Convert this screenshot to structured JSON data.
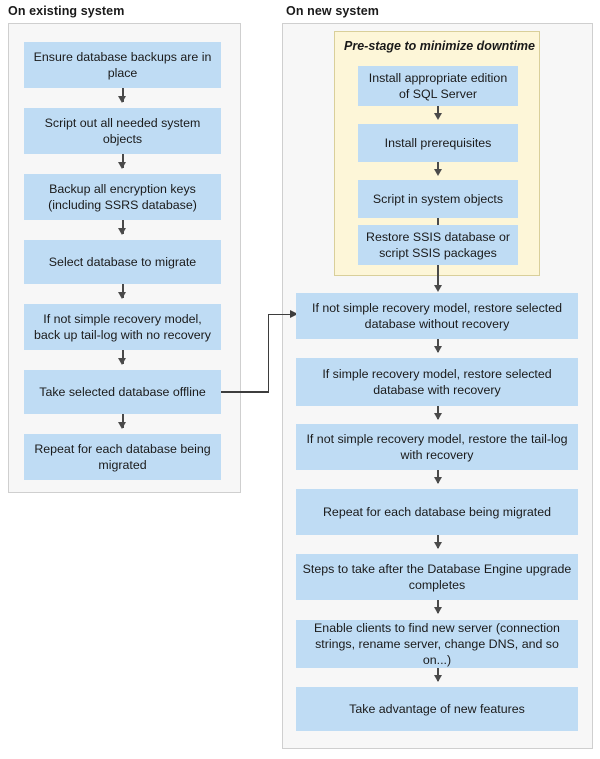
{
  "diagram": {
    "title_left": "On existing system",
    "title_right": "On new system",
    "colors": {
      "node_fill": "#bfdcf4",
      "panel_fill": "#f7f7f7",
      "panel_border": "#cfcfcf",
      "group_fill": "#fdf6d8",
      "group_border": "#d9cf9a",
      "arrow": "#4a4a4a",
      "text": "#1a1a1a"
    }
  },
  "left_column": {
    "header": "On existing system",
    "nodes": [
      {
        "id": "L1",
        "label": "Ensure database backups are in place"
      },
      {
        "id": "L2",
        "label": "Script out all needed system objects"
      },
      {
        "id": "L3",
        "label": "Backup all encryption keys (including SSRS database)"
      },
      {
        "id": "L4",
        "label": "Select database to migrate"
      },
      {
        "id": "L5",
        "label": "If not simple recovery model, back up tail-log with no recovery"
      },
      {
        "id": "L6",
        "label": "Take selected database offline"
      },
      {
        "id": "L7",
        "label": "Repeat for each database being migrated"
      }
    ]
  },
  "right_column": {
    "header": "On new system",
    "prestage_group": {
      "title": "Pre-stage to minimize downtime",
      "nodes": [
        {
          "id": "P1",
          "label": "Install appropriate edition of SQL Server"
        },
        {
          "id": "P2",
          "label": "Install prerequisites"
        },
        {
          "id": "P3",
          "label": "Script in system objects"
        },
        {
          "id": "P4",
          "label": "Restore SSIS database or script SSIS packages"
        }
      ]
    },
    "nodes": [
      {
        "id": "R1",
        "label": "If not simple recovery model, restore selected database without recovery"
      },
      {
        "id": "R2",
        "label": "If simple recovery model, restore selected database with recovery"
      },
      {
        "id": "R3",
        "label": "If not simple recovery model, restore the tail-log with recovery"
      },
      {
        "id": "R4",
        "label": "Repeat for each database being migrated"
      },
      {
        "id": "R5",
        "label": "Steps to take after the Database Engine upgrade completes"
      },
      {
        "id": "R6",
        "label": "Enable clients to find new server (connection strings, rename server, change DNS, and so on...)"
      },
      {
        "id": "R7",
        "label": "Take advantage of new features"
      }
    ]
  },
  "connectors": {
    "cross_column": {
      "from": "L6",
      "to": "R1",
      "label": ""
    }
  }
}
